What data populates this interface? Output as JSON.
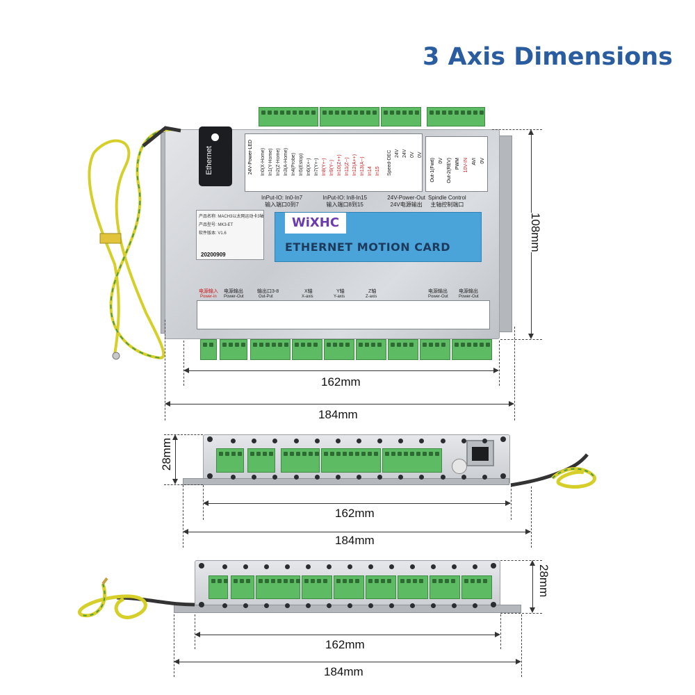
{
  "title": "3 Axis Dimensions",
  "colors": {
    "title": "#2a5d9f",
    "terminal_green": "#5dbb63",
    "banner_blue": "#4aa4da",
    "red_label": "#c8191a"
  },
  "board": {
    "ethernet_label": "Ethernet",
    "power_led_label": "24V-Power-LED",
    "input_labels": [
      "In0(X-Home)",
      "In1(Y-Home)",
      "In2(Z-Home)",
      "In3(A-Home)",
      "In4(Probe)",
      "In5(Estop)",
      "In6(X+-)",
      "In7(Y+-)",
      "In8(Y+-)",
      "In9(Y--)",
      "In10(Z++)",
      "In11(Z--)",
      "In12(A++)",
      "In13(A--)",
      "In14",
      "In15"
    ],
    "speed_label": "Speed-DEC",
    "power_out_labels": [
      "24V",
      "24V",
      "0V",
      "0V"
    ],
    "caption_in0_7": "InPut-IO: In0-In7",
    "caption_in0_7_cn": "输入端口0到7",
    "caption_in8_15": "InPut-IO: In8-In15",
    "caption_in8_15_cn": "输入端口8到15",
    "caption_power_out": "24V-Power-Out",
    "caption_power_out_cn": "24V电源输出",
    "spindle_labels": [
      "Out-1(Fwd)",
      "0V",
      "Out-2(REV)",
      "PWM",
      "10V-IN",
      "AVI",
      "0V"
    ],
    "spindle_caption": "Spindle Control",
    "spindle_caption_cn": "主轴控制端口",
    "info": {
      "line1": "产品名称: MACH3以太网运动卡3轴",
      "line2": "产品型号: MK3-ET",
      "line3": "软件版本: V1.6",
      "date": "20200909"
    },
    "logo": "WiXHC",
    "banner": "ETHERNET MOTION CARD",
    "output_headers": [
      {
        "cn": "电源输入",
        "en": "Power-in"
      },
      {
        "cn": "电源输出",
        "en": "Power-Out"
      },
      {
        "cn": "输出口3-8",
        "en": "Out-Put"
      },
      {
        "cn": "X轴",
        "en": "X-axis"
      },
      {
        "cn": "Y轴",
        "en": "Y-axis"
      },
      {
        "cn": "Z轴",
        "en": "Z-axis"
      },
      {
        "cn": "电源输出",
        "en": "Power-Out"
      },
      {
        "cn": "电源输出",
        "en": "Power-Out"
      }
    ]
  },
  "dimensions": {
    "top_height": "108mm",
    "top_inner_width": "162mm",
    "top_outer_width": "184mm",
    "side1_height": "28mm",
    "side1_inner_width": "162mm",
    "side1_outer_width": "184mm",
    "side2_height": "28mm",
    "side2_inner_width": "162mm",
    "side2_outer_width": "184mm"
  }
}
